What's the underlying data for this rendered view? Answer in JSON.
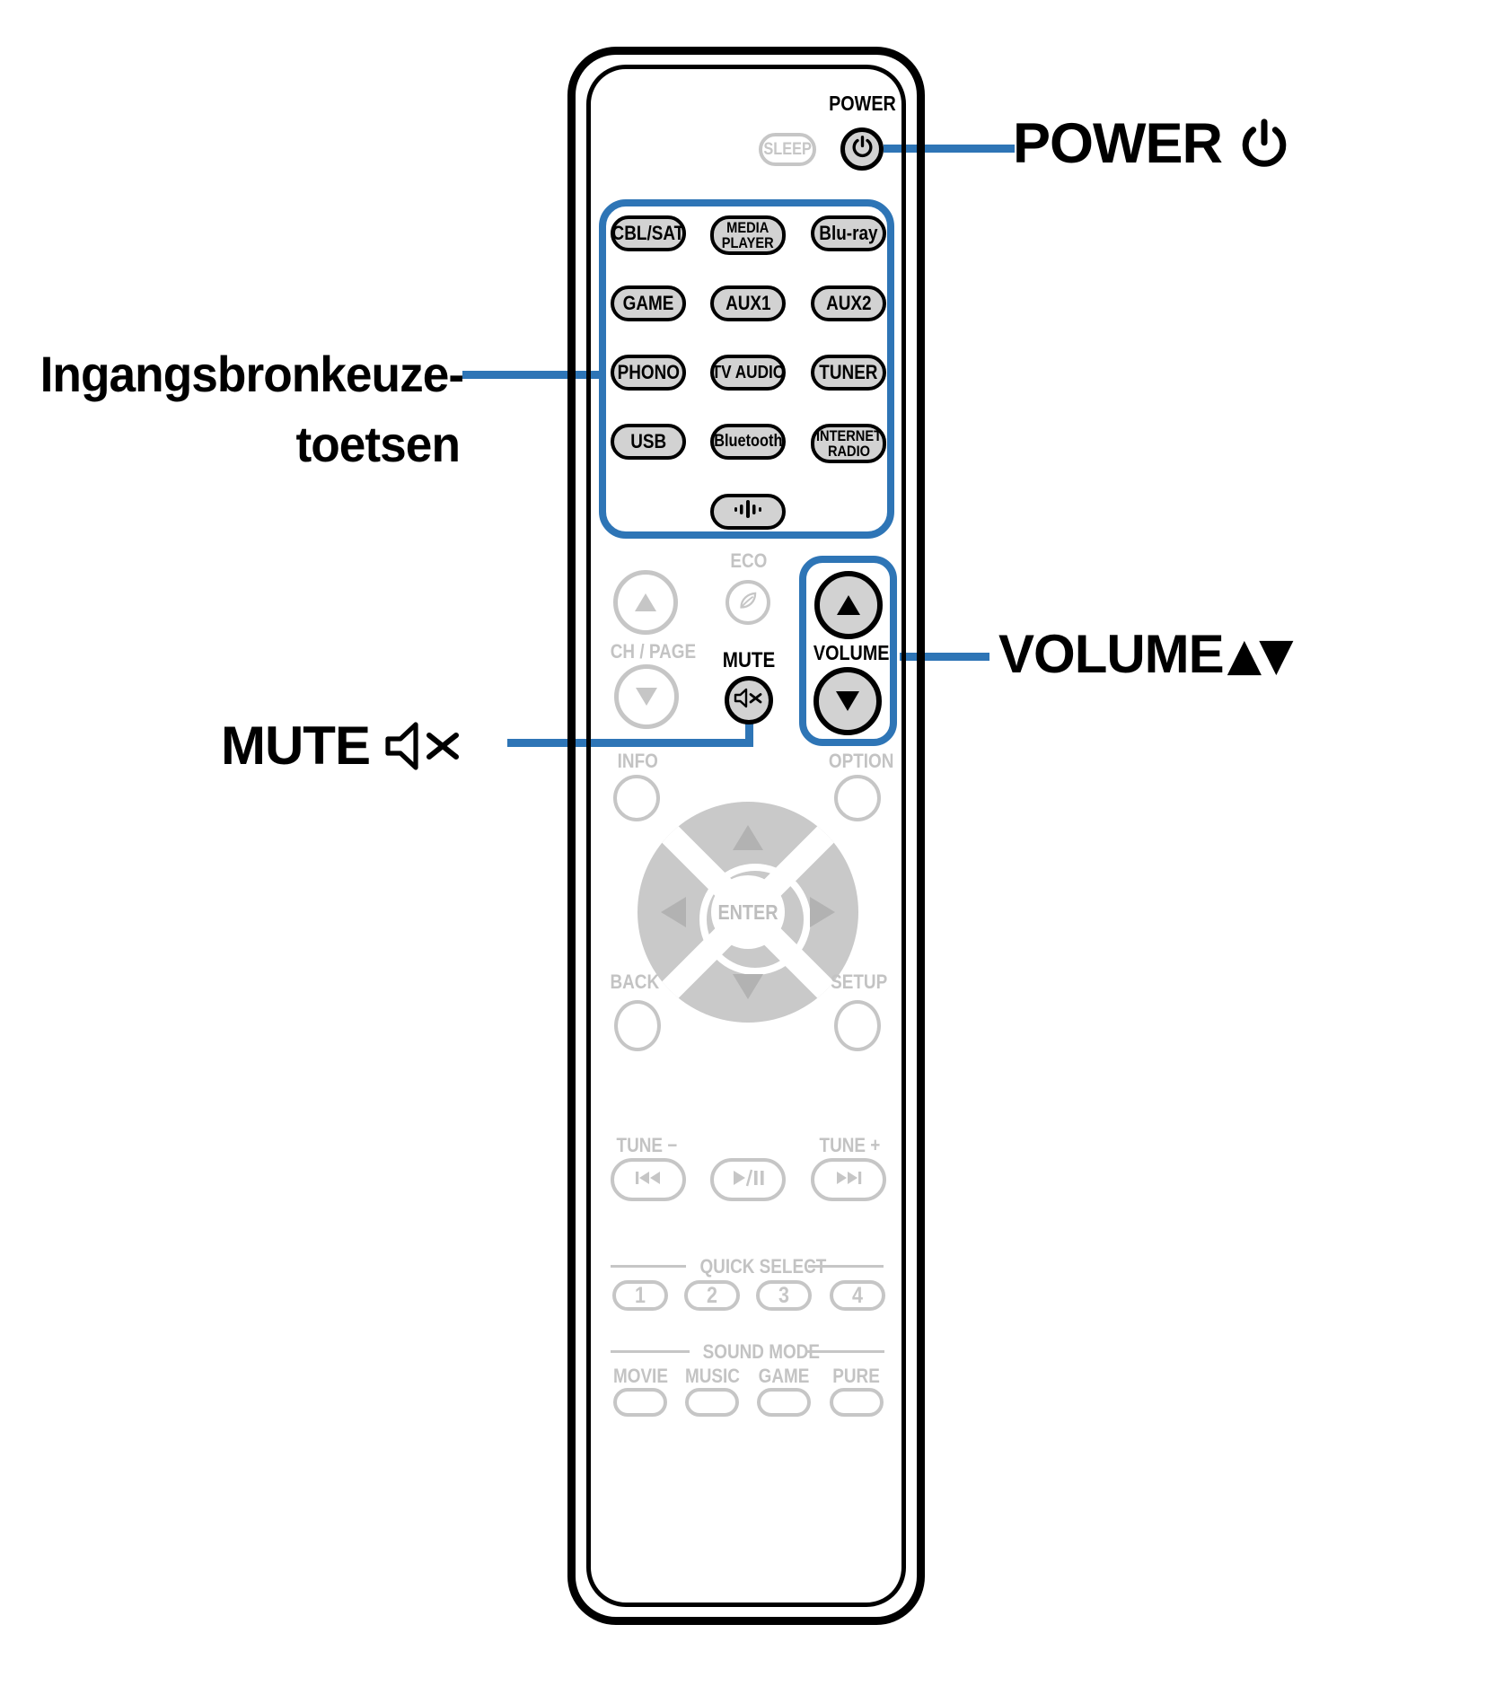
{
  "colors": {
    "accent_blue": "#2e75b6",
    "button_fill": "#d2d2d2",
    "inactive_gray": "#c6c6c6",
    "dpad_gray": "#c9c9c9"
  },
  "callouts": {
    "power": {
      "label": "POWER"
    },
    "input_sources": {
      "line1": "Ingangsbronkeuze-",
      "line2": "toetsen"
    },
    "volume": {
      "label": "VOLUME",
      "arrows": "▲▼"
    },
    "mute": {
      "label": "MUTE"
    }
  },
  "remote": {
    "power_label": "POWER",
    "sleep_label": "SLEEP",
    "inputs": [
      "CBL/SAT",
      "MEDIA\nPLAYER",
      "Blu-ray",
      "GAME",
      "AUX1",
      "AUX2",
      "PHONO",
      "TV AUDIO",
      "TUNER",
      "USB",
      "Bluetooth",
      "INTERNET\nRADIO"
    ],
    "eco_label": "ECO",
    "ch_page_label": "CH / PAGE",
    "mute_label": "MUTE",
    "volume_label": "VOLUME",
    "info_label": "INFO",
    "option_label": "OPTION",
    "enter_label": "ENTER",
    "back_label": "BACK",
    "setup_label": "SETUP",
    "tune_minus_label": "TUNE −",
    "tune_plus_label": "TUNE +",
    "quick_select_label": "QUICK SELECT",
    "quick_numbers": [
      "1",
      "2",
      "3",
      "4"
    ],
    "sound_mode_label": "SOUND MODE",
    "sound_modes": [
      "MOVIE",
      "MUSIC",
      "GAME",
      "PURE"
    ]
  }
}
